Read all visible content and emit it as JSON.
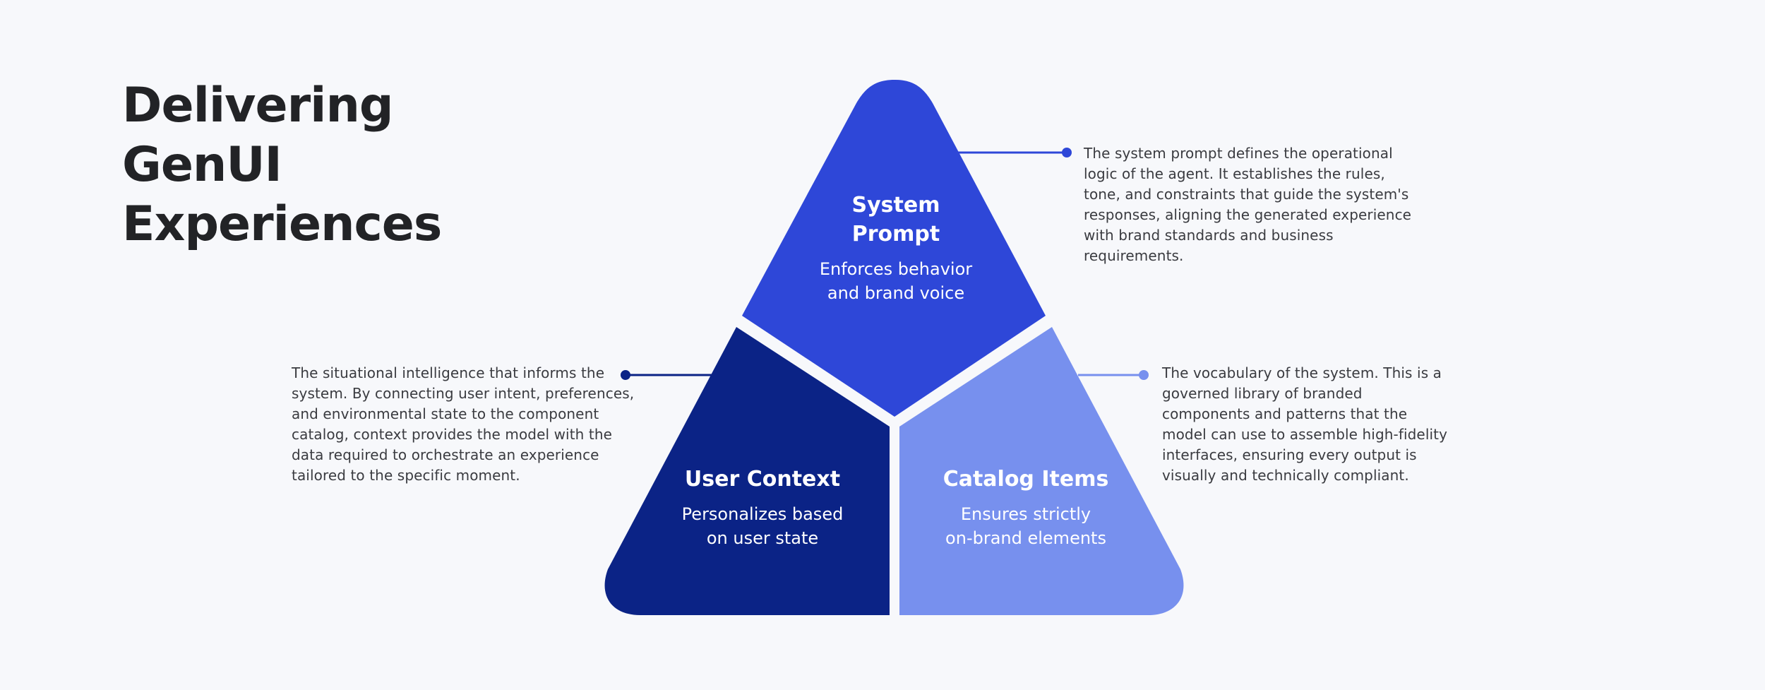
{
  "title": {
    "lines": [
      "Delivering",
      "GenUI",
      "Experiences"
    ]
  },
  "segments": {
    "system_prompt": {
      "title_lines": [
        "System",
        "Prompt"
      ],
      "subtitle_lines": [
        "Enforces behavior",
        "and brand voice"
      ],
      "color": "#2e47d8"
    },
    "user_context": {
      "title_lines": [
        "User Context"
      ],
      "subtitle_lines": [
        "Personalizes based",
        "on user state"
      ],
      "color": "#0b2386"
    },
    "catalog_items": {
      "title_lines": [
        "Catalog Items"
      ],
      "subtitle_lines": [
        "Ensures strictly",
        "on-brand elements"
      ],
      "color": "#7790ee"
    }
  },
  "descriptions": {
    "system_prompt": [
      "The system prompt defines the operational",
      "logic of the agent. It establishes the rules,",
      "tone, and constraints that guide the system's",
      "responses, aligning the generated experience",
      "with brand standards and business",
      "requirements."
    ],
    "user_context": [
      "The situational intelligence that informs the",
      "system. By connecting user intent, preferences,",
      "and environmental state to the component",
      "catalog, context provides the model with the",
      "data required to orchestrate an experience",
      "tailored to the specific moment."
    ],
    "catalog_items": [
      "The vocabulary of the system. This is a",
      "governed library of branded",
      "components and patterns that the",
      "model can use to assemble high-fidelity",
      "interfaces, ensuring every output is",
      "visually and technically compliant."
    ]
  }
}
